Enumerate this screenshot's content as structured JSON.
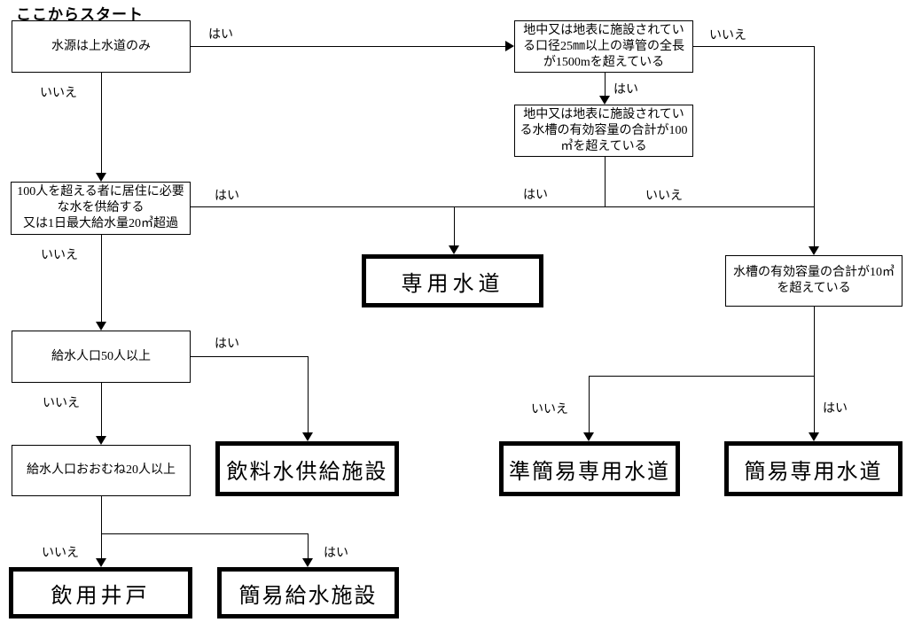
{
  "diagram": {
    "title": "ここからスタート",
    "labels": {
      "yes": "はい",
      "no": "いいえ"
    },
    "nodes": {
      "start": "水源は上水道のみ",
      "pipe_length": "地中又は地表に施設されてい\nる口径25㎜以上の導管の全長\nが1500mを超えている",
      "tank_100": "地中又は地表に施設されてい\nる水槽の有効容量の合計が100\n㎥を超えている",
      "residents_100": "100人を超える者に居住に必要\nな水を供給する\n又は1日最大給水量20㎥超過",
      "tank_10": "水槽の有効容量の合計が10㎥\nを超えている",
      "pop_50": "給水人口50人以上",
      "pop_20": "給水人口おおむね20人以上",
      "result_senyo_suido": "専用水道",
      "result_inryosui_kyokyu": "飲料水供給施設",
      "result_jun_kani_senyo": "準簡易専用水道",
      "result_kani_senyo": "簡易専用水道",
      "result_inyo_ido": "飲用井戸",
      "result_kani_kyusui": "簡易給水施設"
    }
  }
}
